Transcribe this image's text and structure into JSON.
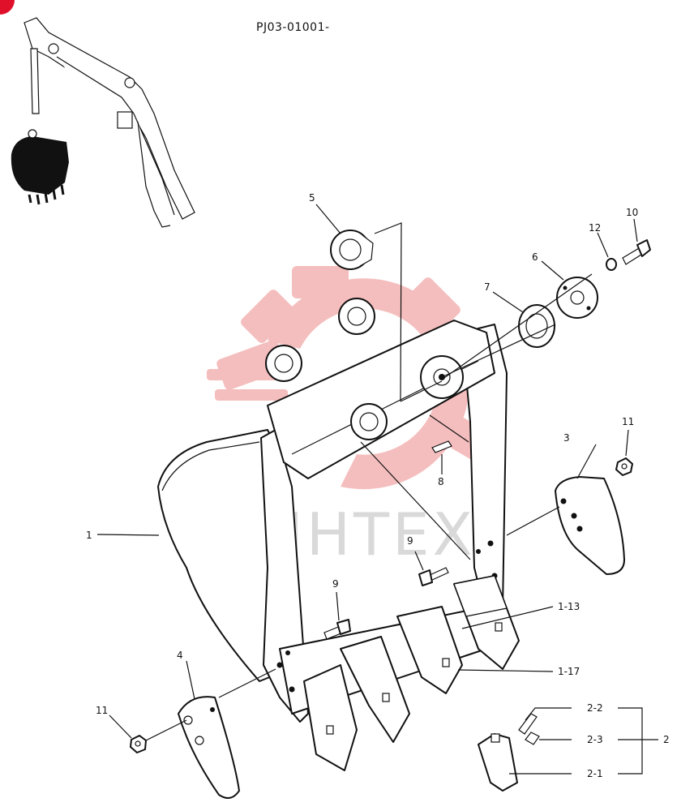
{
  "document_code": "PJ03-01001-",
  "watermark_text": "ИНТЕХ",
  "callouts": {
    "c1": "1",
    "c2": "2",
    "c2_1": "2-1",
    "c2_2": "2-2",
    "c2_3": "2-3",
    "c3": "3",
    "c4": "4",
    "c5": "5",
    "c6": "6",
    "c7": "7",
    "c8": "8",
    "c9a": "9",
    "c9b": "9",
    "c10": "10",
    "c11a": "11",
    "c11b": "11",
    "c12": "12",
    "c1_13": "1-13",
    "c1_17": "1-17"
  },
  "colors": {
    "watermark_gear": "#f4b3b3",
    "corner_badge": "#e0102a",
    "line": "#111111"
  }
}
